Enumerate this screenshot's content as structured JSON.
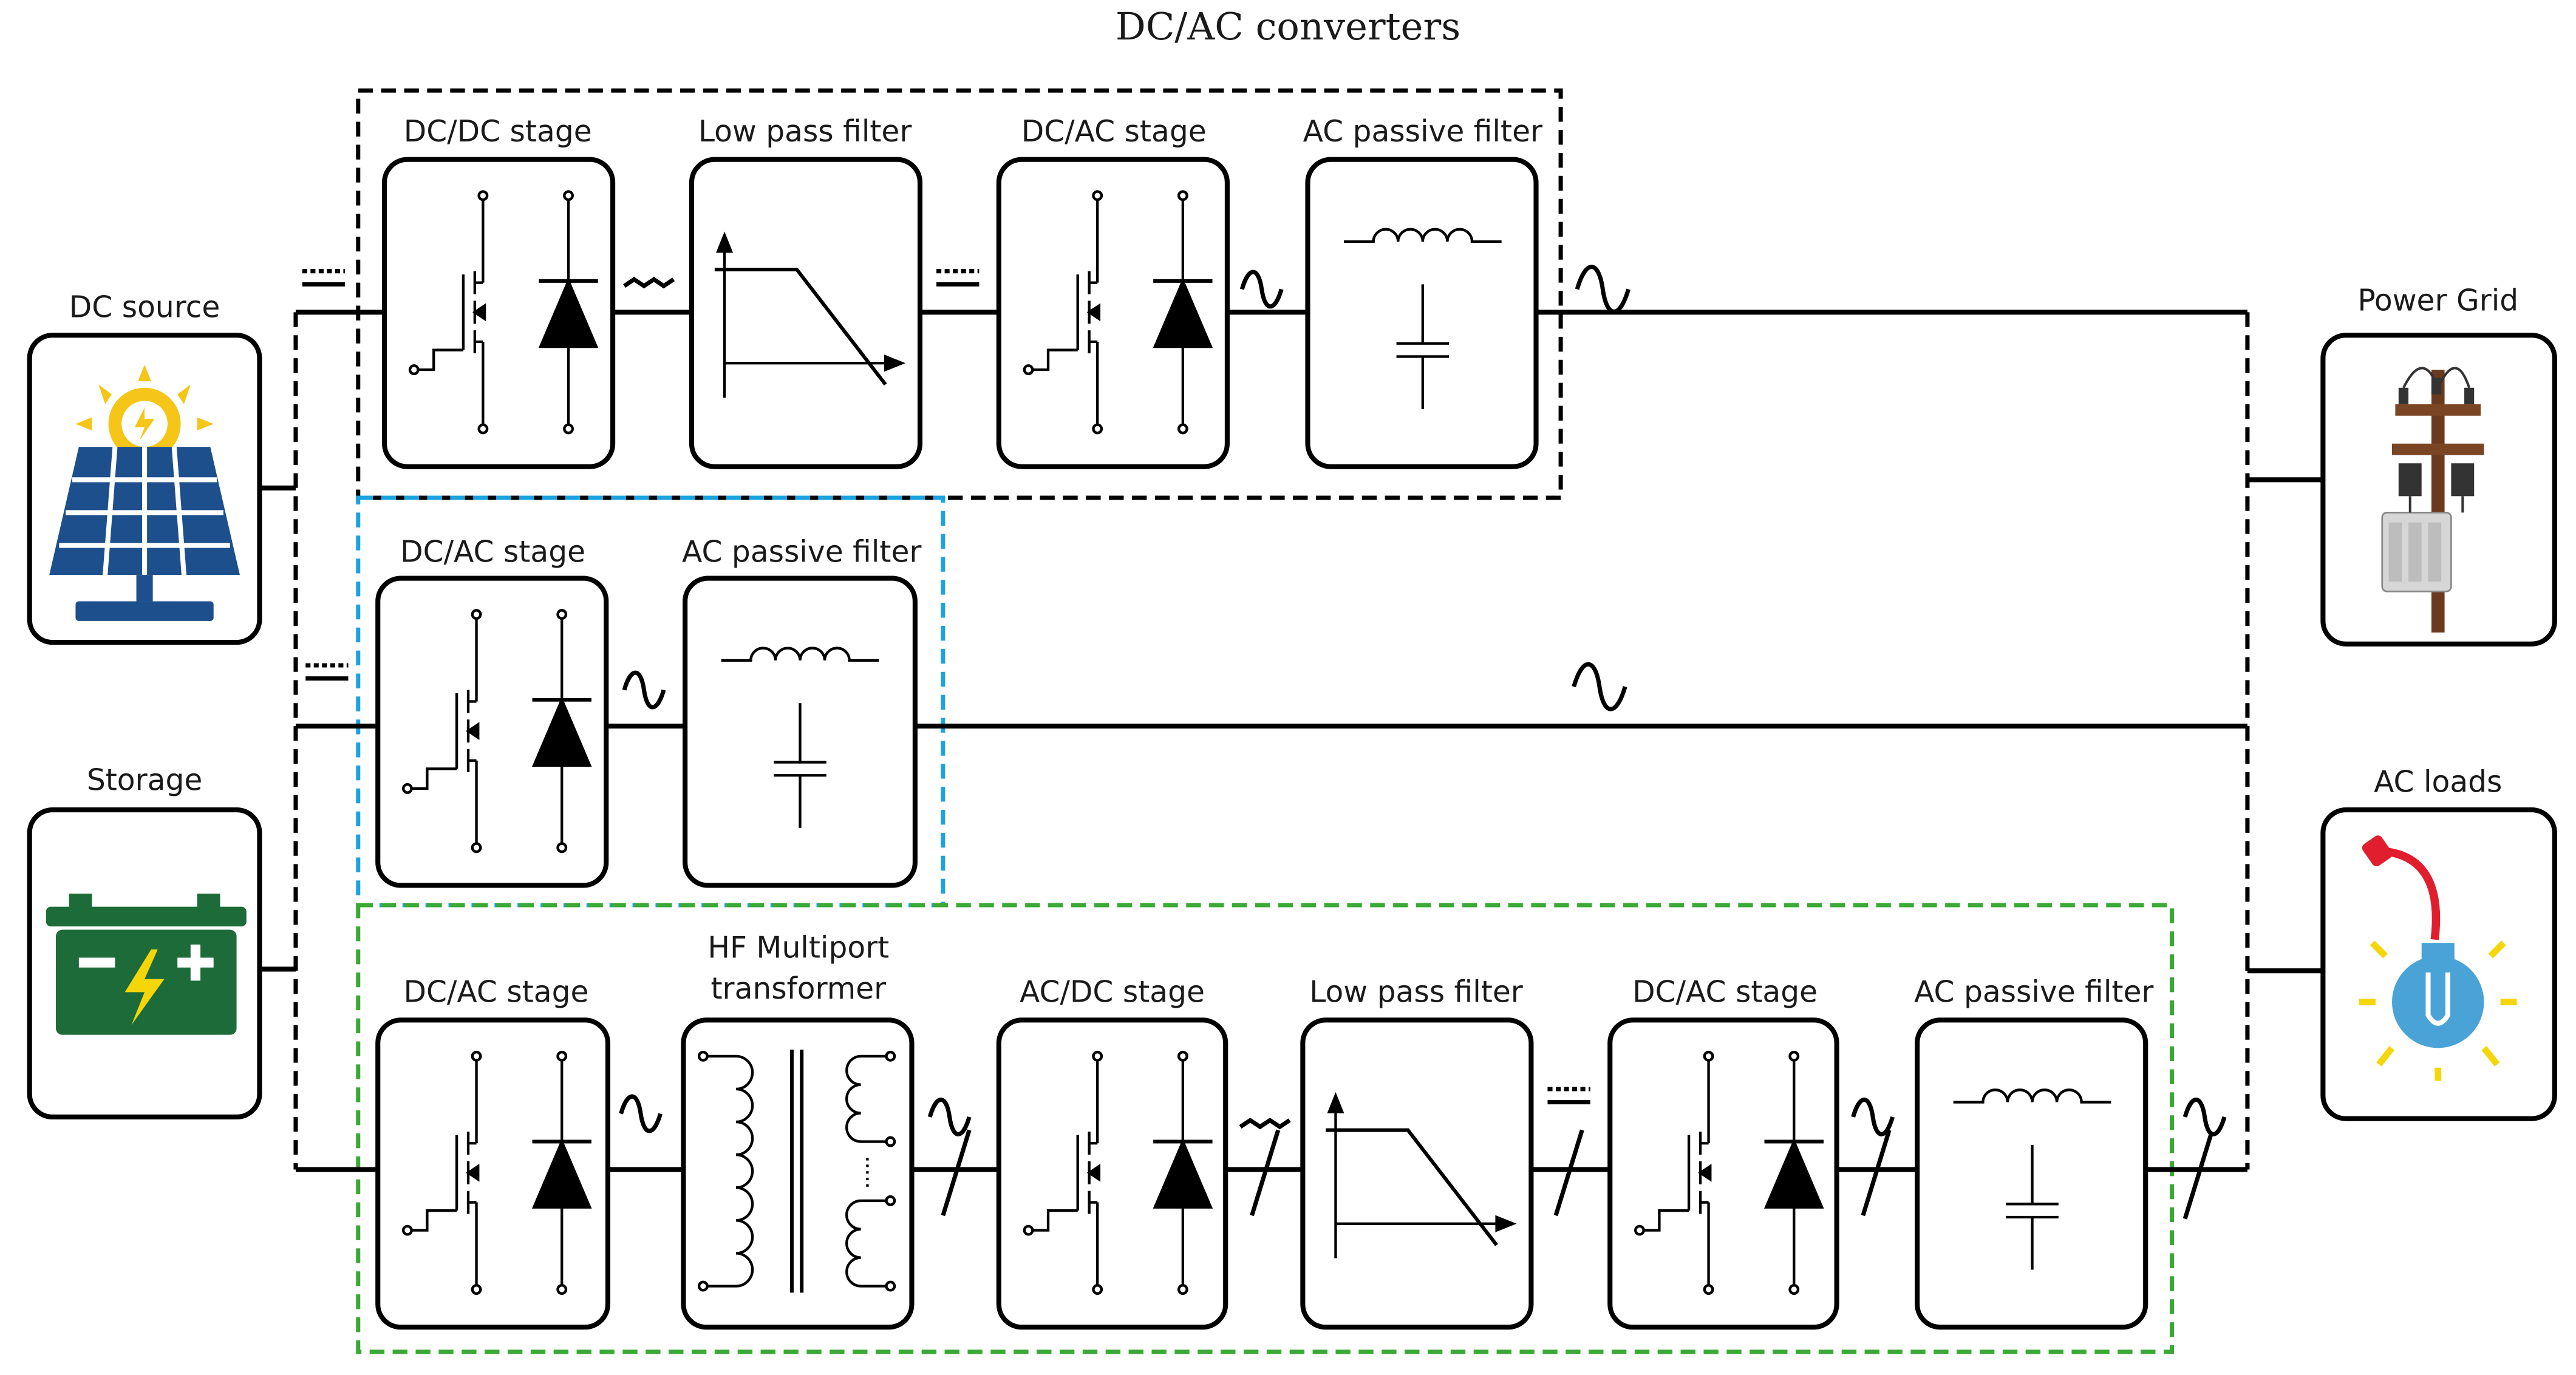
{
  "title": "DC/AC converters",
  "colors": {
    "top_group": "#000000",
    "middle_group": "#1ba3e0",
    "bottom_group": "#3aa935",
    "solar_sun": "#f5c518",
    "solar_panel": "#1c4f8c",
    "battery": "#1e6b3a",
    "bolt": "#f5d60a",
    "plug": "#e01e2d",
    "bulb": "#4aa3d6",
    "bulb_rays": "#f5d60a"
  },
  "sources": {
    "dc_source": {
      "label": "DC source",
      "icon": "solar-panel-icon"
    },
    "storage": {
      "label": "Storage",
      "icon": "battery-icon"
    }
  },
  "sinks": {
    "power_grid": {
      "label": "Power Grid",
      "icon": "utility-pole-transformer-icon"
    },
    "ac_loads": {
      "label": "AC loads",
      "icon": "light-bulb-icon"
    }
  },
  "top_chain": {
    "stages": [
      "DC/DC stage",
      "Low pass filter",
      "DC/AC stage",
      "AC passive filter"
    ]
  },
  "middle_chain": {
    "stages": [
      "DC/AC stage",
      "AC passive filter"
    ]
  },
  "bottom_chain": {
    "stages": [
      "DC/AC stage",
      "HF Multiport",
      "transformer",
      "AC/DC stage",
      "Low pass filter",
      "DC/AC stage",
      "AC passive filter"
    ]
  }
}
